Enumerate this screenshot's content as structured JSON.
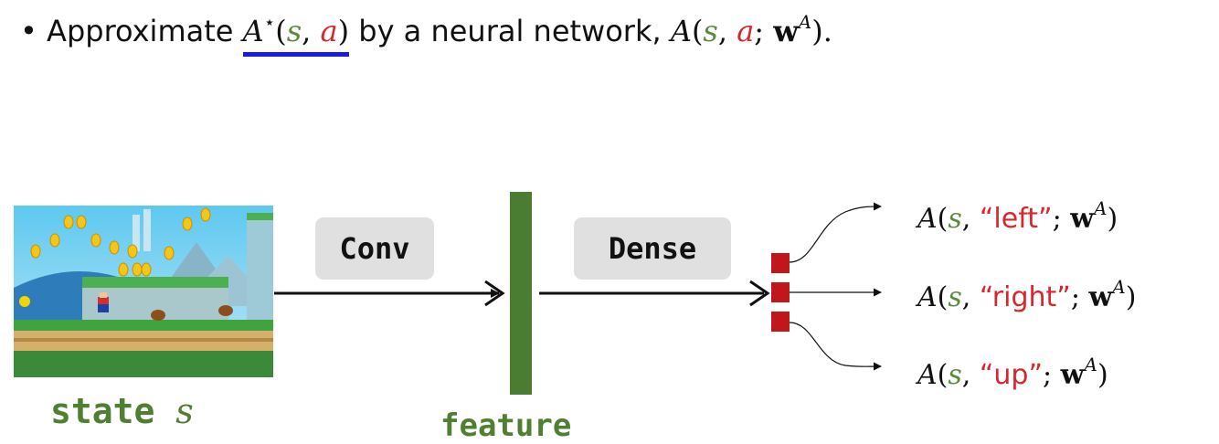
{
  "bullet": {
    "marker": "•",
    "prefix": "Approximate",
    "target_fn": "A",
    "target_star": "⋆",
    "open_paren": "(",
    "state_var": "s",
    "comma": ",",
    "action_var": "a",
    "close_paren": ")",
    "middle": "by a neural network,",
    "approx_fn": "A",
    "semicolon": ";",
    "weights": "w",
    "weights_sup": "A",
    "end": ")."
  },
  "diagram": {
    "state_label": "state",
    "state_var": "s",
    "conv_label": "Conv",
    "dense_label": "Dense",
    "feature_label": "feature",
    "outputs": [
      {
        "fn": "A",
        "state": "s",
        "action": "“left”",
        "weights": "w",
        "sup": "A"
      },
      {
        "fn": "A",
        "state": "s",
        "action": "“right”",
        "weights": "w",
        "sup": "A"
      },
      {
        "fn": "A",
        "state": "s",
        "action": "“up”",
        "weights": "w",
        "sup": "A"
      }
    ]
  },
  "colors": {
    "state_green": "#5a8a3c",
    "action_red": "#d8262d",
    "underline_blue": "#1a1ae6",
    "feature_green": "#4a7d32",
    "output_cell_red": "#c0161c",
    "box_gray": "#e0e0e0"
  },
  "image": {
    "description_icon": "mario-game-screenshot"
  }
}
